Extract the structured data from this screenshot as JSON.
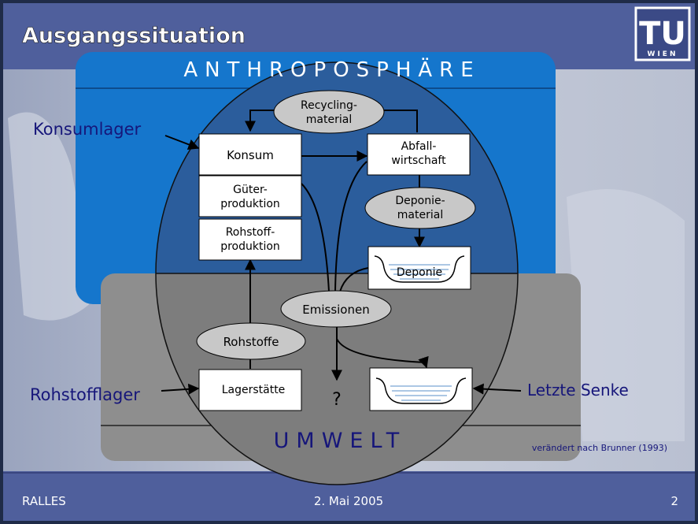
{
  "slide": {
    "title": "Ausgangssituation",
    "logo_text": "TU",
    "logo_subtext": "WIEN"
  },
  "diagram": {
    "top_label": "ANTHROPOSPHÄRE",
    "bottom_label": "UMWELT",
    "boxes": {
      "konsum": [
        "Konsum"
      ],
      "gueter": [
        "Güter-",
        "produktion"
      ],
      "rohstoffprod": [
        "Rohstoff-",
        "produktion"
      ],
      "abfall": [
        "Abfall-",
        "wirtschaft"
      ],
      "deponie": [
        "Deponie"
      ],
      "lagerstaette": [
        "Lagerstätte"
      ]
    },
    "ovals": {
      "recycling": [
        "Recycling-",
        "material"
      ],
      "deponiematerial": [
        "Deponie-",
        "material"
      ],
      "emissionen": [
        "Emissionen"
      ],
      "rohstoffe": [
        "Rohstoffe"
      ]
    },
    "question_mark": "?",
    "side_labels": {
      "konsumlager": "Konsumlager",
      "rohstofflager": "Rohstofflager",
      "letzte_senke": "Letzte Senke"
    },
    "source_note": "verändert nach Brunner (1993)"
  },
  "footer": {
    "left": "RALLES",
    "center": "2. Mai 2005",
    "right": "2"
  },
  "colors": {
    "frame": "#1f2b48",
    "band": "#4f5f9c",
    "anthroposphere": "#1576cc",
    "anthroposphere_dark": "#2b5d9c",
    "umwelt": "#8e8e8e",
    "umwelt_dark": "#7d7d7d",
    "oval": "#c8c8c8",
    "label_blue": "#16167a"
  }
}
